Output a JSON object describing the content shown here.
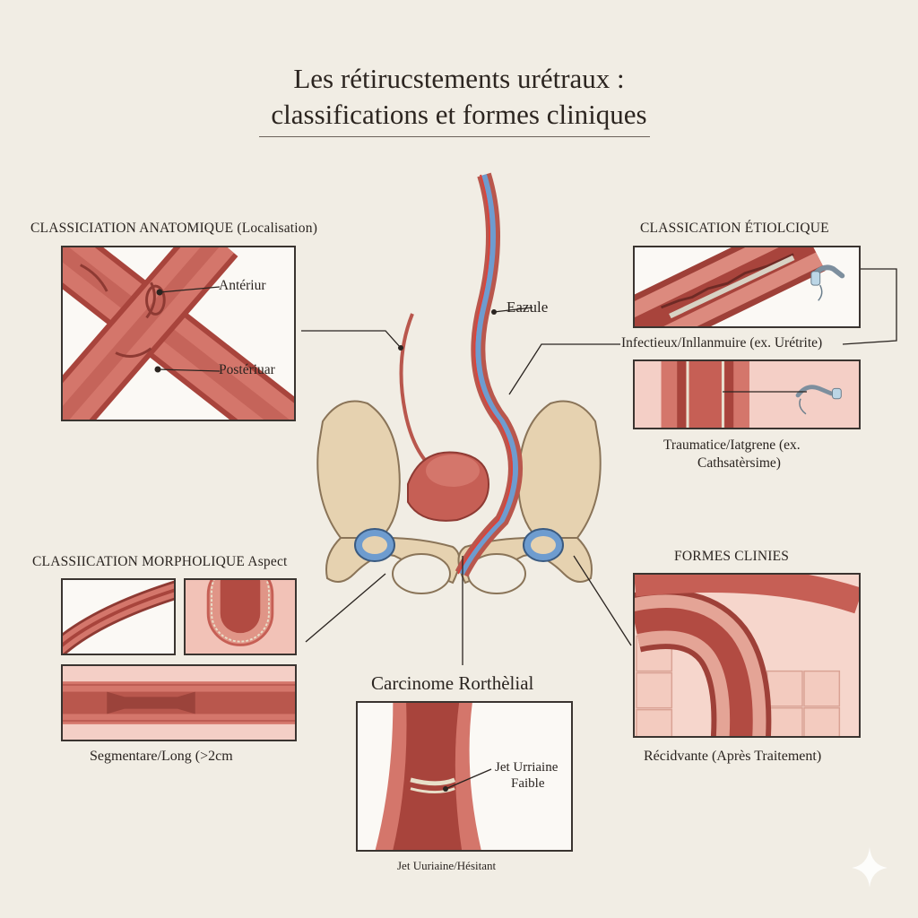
{
  "title": {
    "line1": "Les rétirucstements urétraux :",
    "line2": "classifications et formes cliniques"
  },
  "sections": {
    "anatomique": {
      "heading": "CLASSICIATION ANATOMIQUE (Localisation)",
      "label_anterior": "Antériur",
      "label_posterior": "Postériuar"
    },
    "etiologique": {
      "heading": "CLASSICATION ÉTIOLCIQUE",
      "caption_1": "Infectieux/Inllanmuire (ex. Urétrite)",
      "caption_2_line1": "Traumatice/Iatgrene (ex.",
      "caption_2_line2": "Cathsatèrsime)"
    },
    "morphologique": {
      "heading": "CLASSIICATION MORPHOLIQUE Aspect",
      "caption": "Segmentare/Long (>2cm"
    },
    "formes": {
      "heading": "FORMES CLINIES",
      "caption": "Récidvante (Après Traitement)"
    },
    "carcinome": {
      "heading": "Carcinome Rorthèlial",
      "label_jet_line1": "Jet Urriaine",
      "label_jet_line2": "Faible",
      "caption": "Jet Uuriaine/Hésitant"
    }
  },
  "center": {
    "label_eazule": "Eazule"
  },
  "colors": {
    "background": "#f1ede4",
    "tissue": "#c65f55",
    "tissue_light": "#e8a79c",
    "bone": "#e6d2b0",
    "vessel_blue": "#6e9ccf"
  },
  "icons": [
    "catheter-icon",
    "sparkle-icon"
  ]
}
